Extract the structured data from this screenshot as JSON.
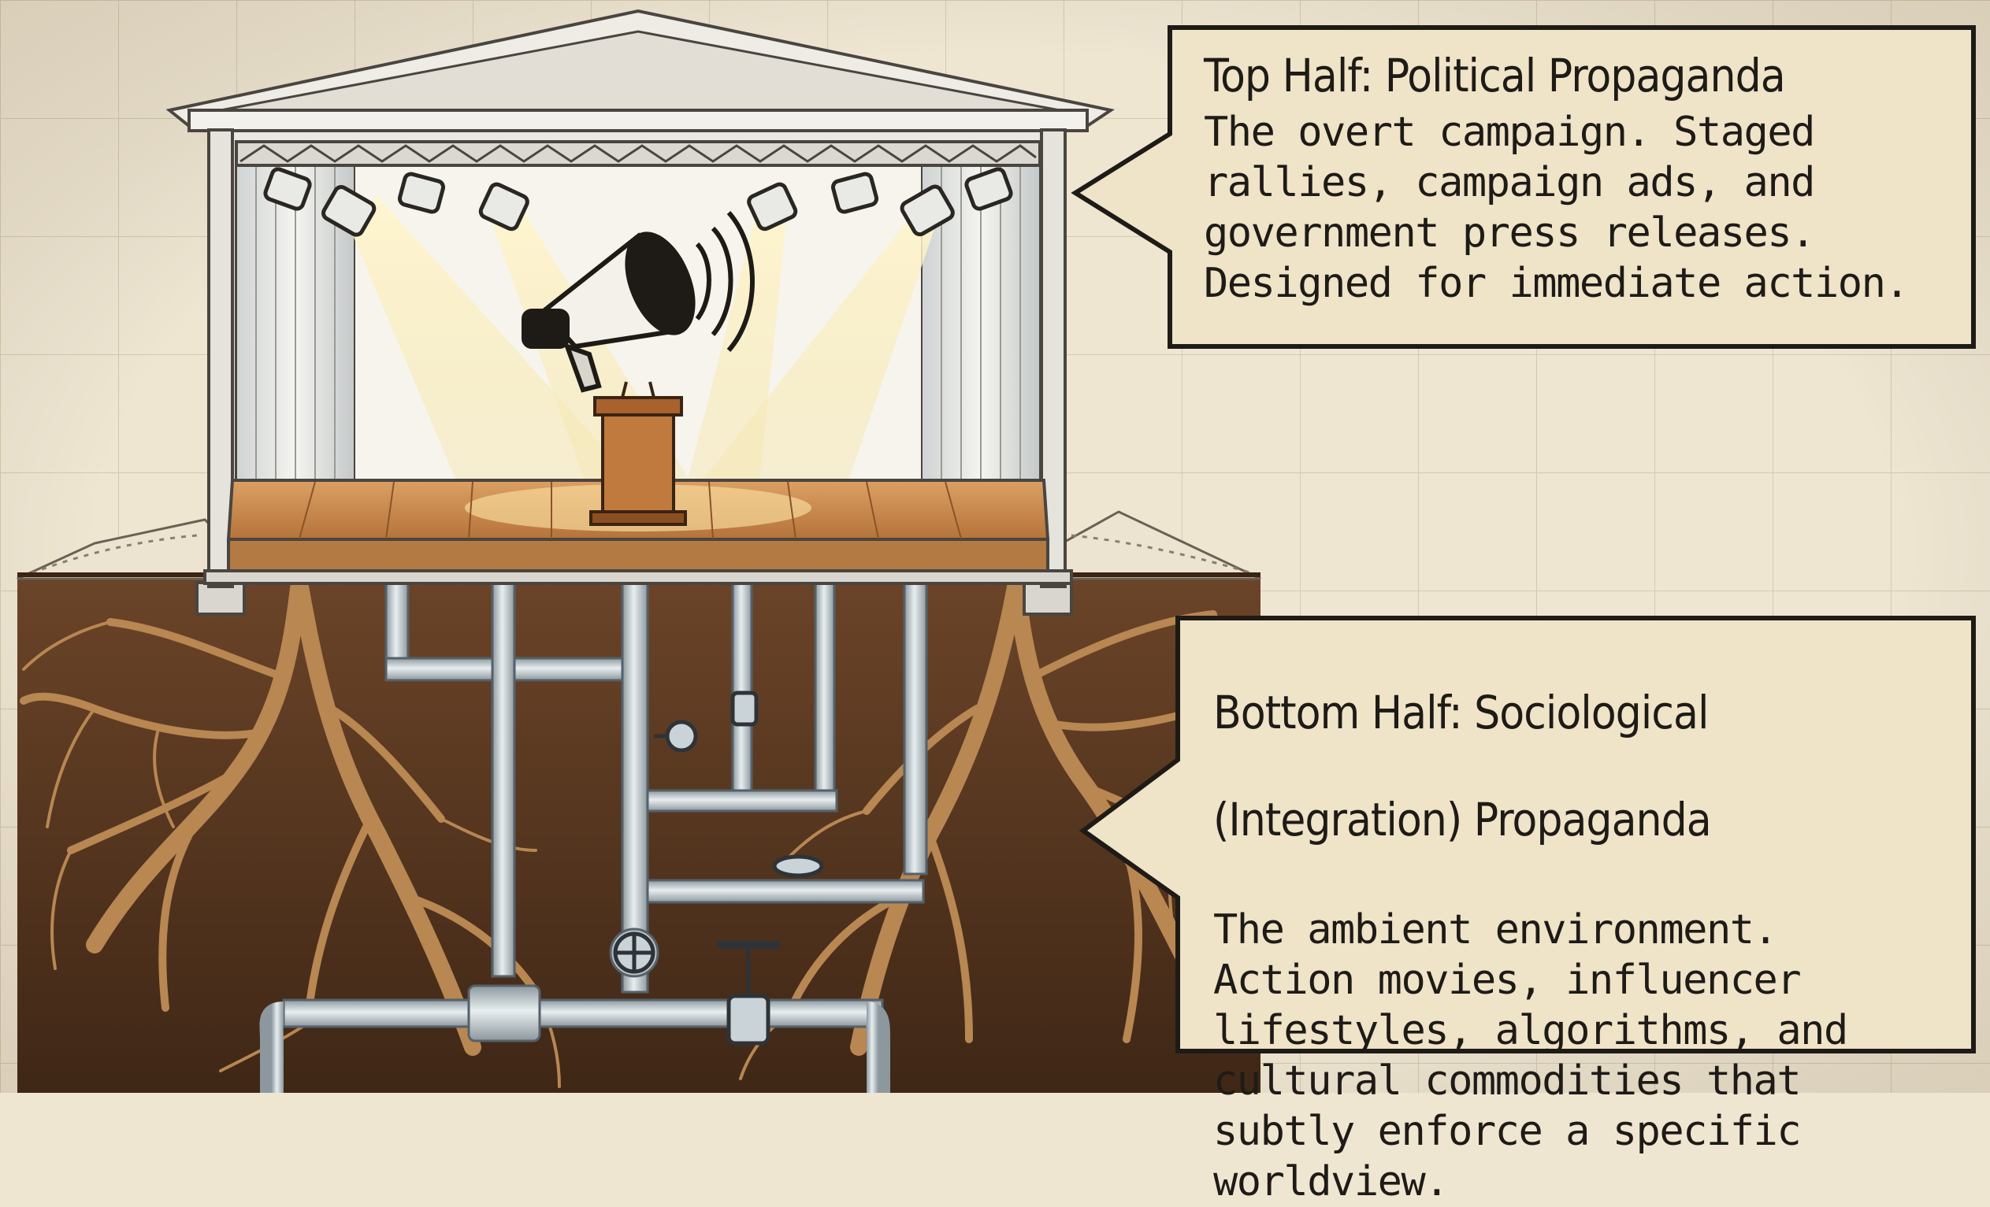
{
  "callouts": {
    "top": {
      "title": "Top Half: Political Propaganda",
      "lines": [
        "The overt campaign. Staged",
        "rallies, campaign ads, and",
        "government press releases.",
        "Designed for immediate action."
      ]
    },
    "bottom": {
      "title_lines": [
        "Bottom Half: Sociological",
        "(Integration) Propaganda"
      ],
      "lines": [
        "The ambient environment.",
        "Action movies, influencer",
        "lifestyles, algorithms, and",
        "cultural commodities that",
        "subtly enforce a specific",
        "worldview."
      ]
    }
  },
  "palette": {
    "paper": "#efe6d2",
    "grid": "#d9ccb3",
    "soil": "#5a3a22",
    "roots": "#b88752",
    "pipe": "#c9d3d8",
    "stage_wood": "#c98a4a",
    "callout_fill": "#efe3c8",
    "ink": "#1e1b17"
  },
  "icons": [
    "megaphone-icon",
    "spotlight-icon",
    "podium-icon",
    "valve-icon"
  ]
}
